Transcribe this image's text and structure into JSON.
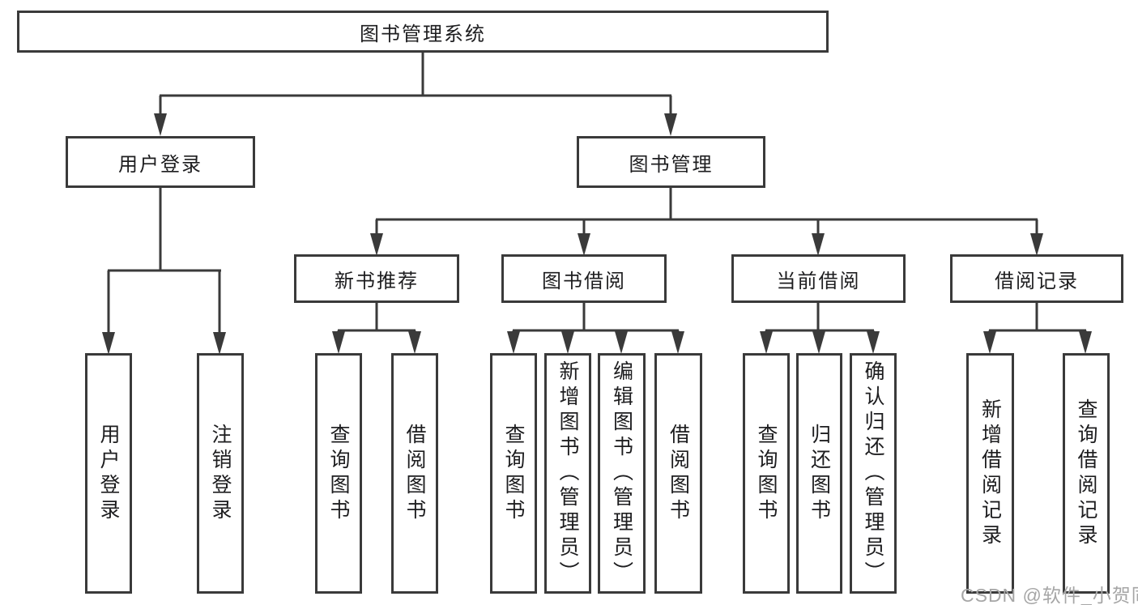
{
  "diagram": {
    "root": "图书管理系统",
    "level1": [
      "用户登录",
      "图书管理"
    ],
    "level2": [
      "新书推荐",
      "图书借阅",
      "当前借阅",
      "借阅记录"
    ],
    "groups": [
      {
        "parent": "用户登录",
        "leaves": [
          "用户登录",
          "注销登录"
        ]
      },
      {
        "parent": "新书推荐",
        "leaves": [
          "查询图书",
          "借阅图书"
        ]
      },
      {
        "parent": "图书借阅",
        "leaves": [
          "查询图书",
          "新增图书（管理员）",
          "编辑图书（管理员）",
          "借阅图书"
        ]
      },
      {
        "parent": "当前借阅",
        "leaves": [
          "查询图书",
          "归还图书",
          "确认归还（管理员）"
        ]
      },
      {
        "parent": "借阅记录",
        "leaves": [
          "新增借阅记录",
          "查询借阅记录"
        ]
      }
    ],
    "watermark": "CSDN @软件_小贺同学",
    "colors": {
      "line": "#3a3a3a",
      "box_fill": "#ffffff",
      "text": "#1d1d1f",
      "watermark": "#a6a6a6"
    }
  }
}
